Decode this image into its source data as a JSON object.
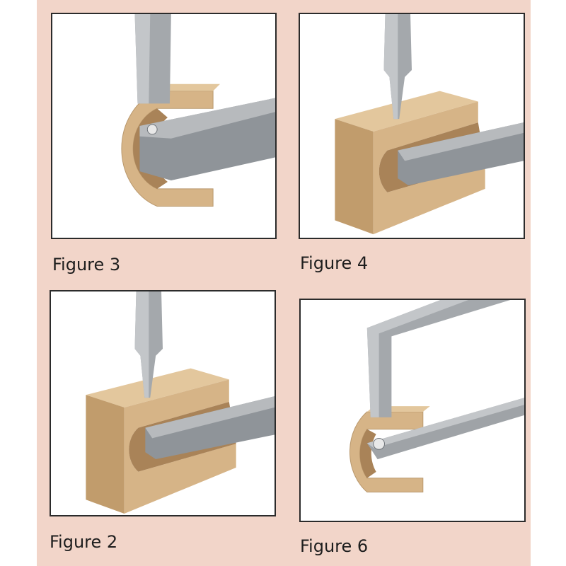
{
  "figures": [
    {
      "id": "fig3",
      "caption": "Figure 3"
    },
    {
      "id": "fig4",
      "caption": "Figure 4"
    },
    {
      "id": "fig2",
      "caption": "Figure 2"
    },
    {
      "id": "fig6",
      "caption": "Figure 6"
    }
  ],
  "colors": {
    "block_face": "#d6b487",
    "block_top": "#e3c79d",
    "block_side": "#c19c6c",
    "block_inner": "#a98358",
    "tool_light": "#c3c6c9",
    "tool_mid": "#9fa3a7",
    "tool_dark": "#6f7479",
    "outline": "#2b2b2b",
    "sheet": "#f2d5c9"
  }
}
